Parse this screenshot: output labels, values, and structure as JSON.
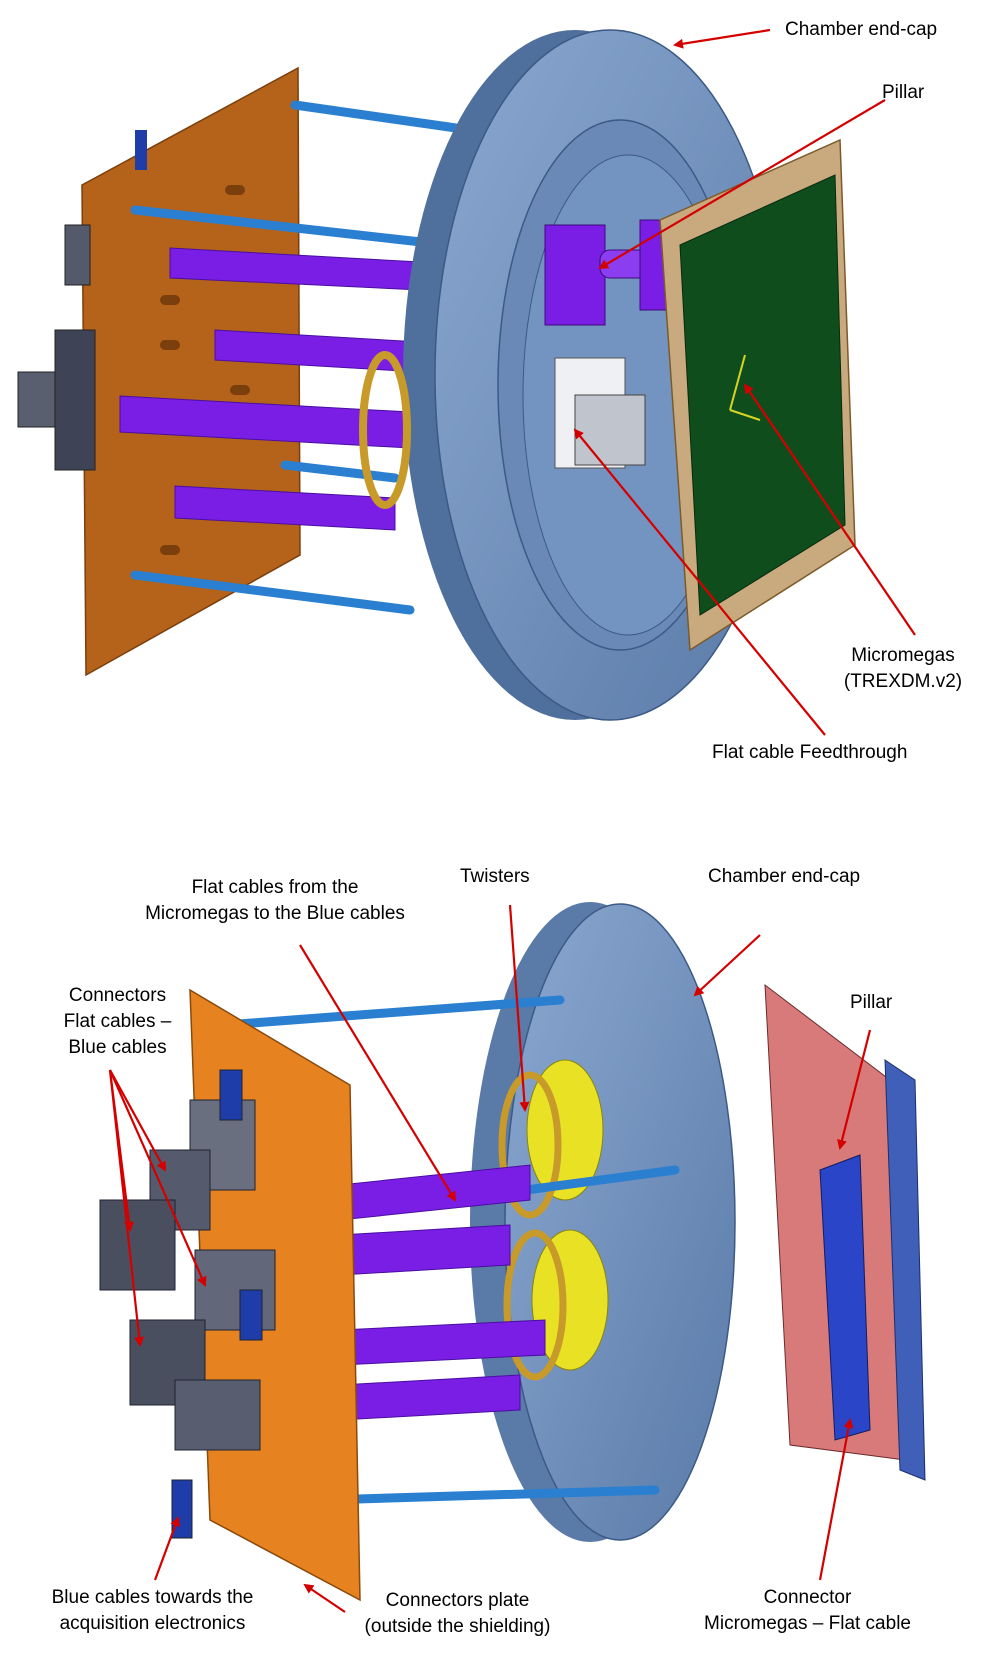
{
  "colors": {
    "chamber": "#6d8fbd",
    "chamber_dark": "#4f6f9c",
    "plate": "#c76814",
    "plate_bright": "#e6821f",
    "flat_cable": "#7a1ee6",
    "rod": "#2a7fd0",
    "micromegas": "#0f4d1c",
    "frame": "#c9a97e",
    "annotation_arrow": "#d40000",
    "twister": "#d4a018",
    "twister_plate": "#e9e224"
  },
  "top_view": {
    "labels": {
      "chamber_endcap": "Chamber end-cap",
      "pillar": "Pillar",
      "micromegas_line1": "Micromegas",
      "micromegas_line2": "(TREXDM.v2)",
      "feedthrough": "Flat cable Feedthrough"
    }
  },
  "bottom_view": {
    "labels": {
      "flat_cables_line1": "Flat cables from the",
      "flat_cables_line2": "Micromegas to the Blue cables",
      "twisters": "Twisters",
      "chamber_endcap": "Chamber end-cap",
      "connectors_line1": "Connectors",
      "connectors_line2": "Flat cables –",
      "connectors_line3": "Blue cables",
      "pillar": "Pillar",
      "blue_cables_line1": "Blue cables towards the",
      "blue_cables_line2": "acquisition electronics",
      "connectors_plate_line1": "Connectors plate",
      "connectors_plate_line2": "(outside the shielding)",
      "connector_line1": "Connector",
      "connector_line2": "Micromegas – Flat cable"
    }
  }
}
